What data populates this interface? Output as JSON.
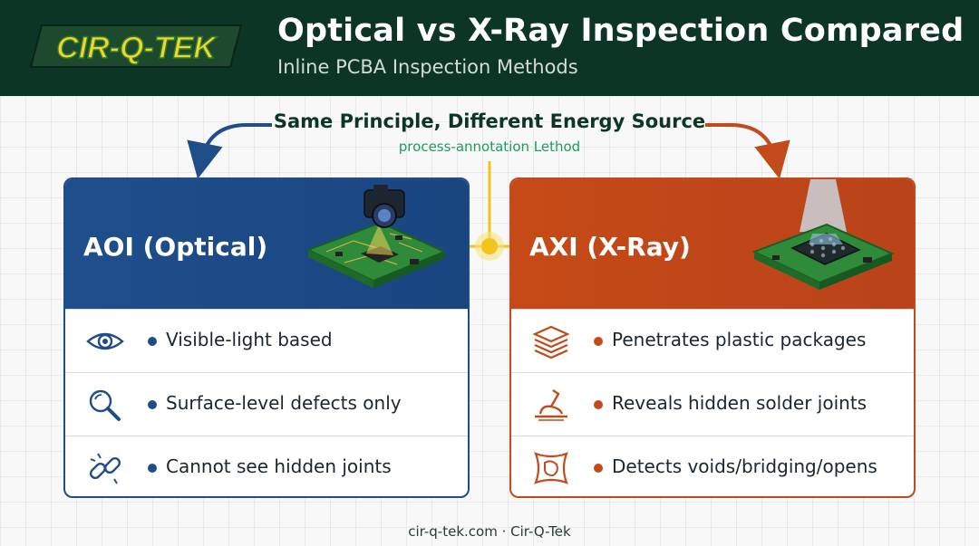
{
  "header": {
    "logo_text": "CIR-Q-TEK",
    "title": "Optical vs X-Ray Inspection Compared",
    "subtitle": "Inline PCBA Inspection Methods"
  },
  "principle": {
    "heading": "Same Principle, Different Energy Source",
    "annotation": "process-annotation Lethod"
  },
  "panels": {
    "aoi": {
      "title": "AOI (Optical)",
      "items": [
        {
          "icon": "eye-icon",
          "text": "Visible-light based"
        },
        {
          "icon": "magnifier-icon",
          "text": "Surface-level defects only"
        },
        {
          "icon": "broken-link-icon",
          "text": "Cannot see hidden joints"
        }
      ]
    },
    "axi": {
      "title": "AXI (X-Ray)",
      "items": [
        {
          "icon": "layers-icon",
          "text": "Penetrates plastic packages"
        },
        {
          "icon": "solder-joint-icon",
          "text": "Reveals hidden solder joints"
        },
        {
          "icon": "void-defect-icon",
          "text": "Detects voids/bridging/opens"
        }
      ]
    }
  },
  "footer": {
    "text": "cir-q-tek.com · Cir-Q-Tek"
  },
  "colors": {
    "header_bg": "#0d3526",
    "aoi_blue": "#1f4d87",
    "axi_orange": "#c24a1b",
    "connector_yellow": "#f2c319",
    "annotation_green": "#1f9a63"
  }
}
